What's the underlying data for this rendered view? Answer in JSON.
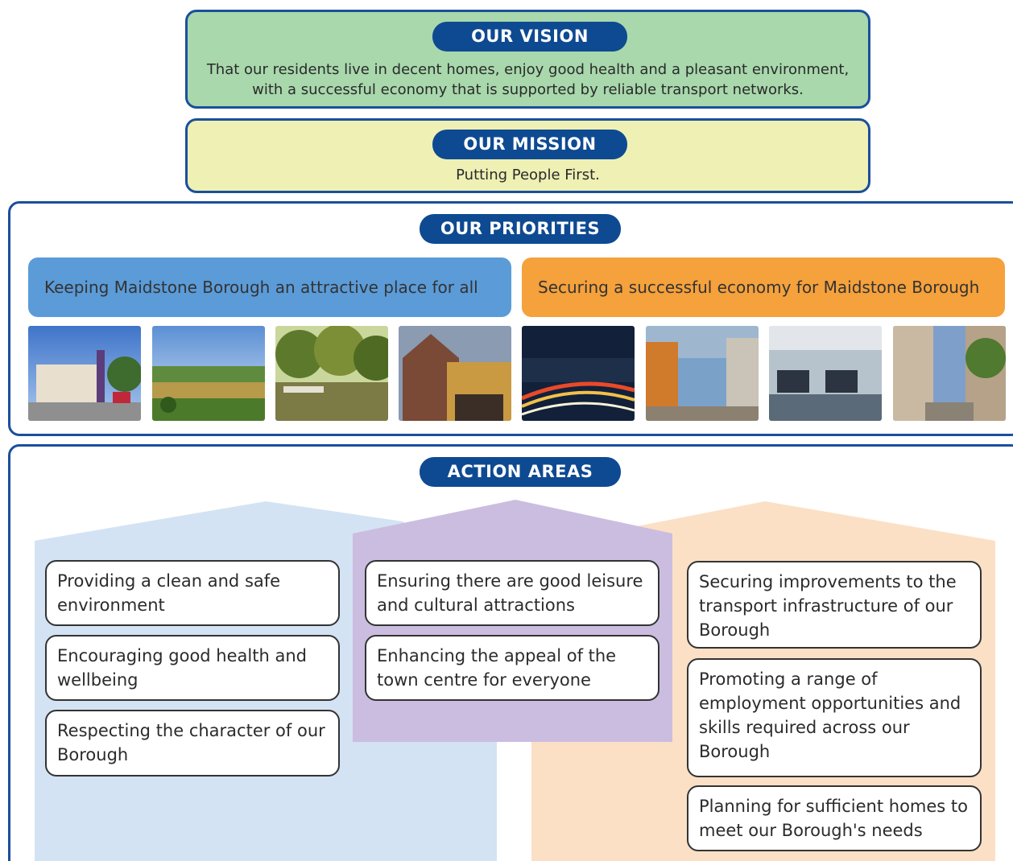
{
  "vision": {
    "heading": "OUR VISION",
    "line1": "That our residents live in decent homes, enjoy good health and a pleasant environment,",
    "line2": "with a successful economy that is supported by reliable transport networks."
  },
  "mission": {
    "heading": "OUR MISSION",
    "text": "Putting People First."
  },
  "priorities": {
    "heading": "OUR PRIORITIES",
    "items": [
      "Keeping Maidstone Borough an attractive place for all",
      "Securing a successful economy for Maidstone Borough"
    ],
    "colors": {
      "left": "#5b9bd8",
      "right": "#f5a13c"
    }
  },
  "action_areas": {
    "heading": "ACTION AREAS",
    "colors": {
      "left": "#d4e3f3",
      "middle": "#cbbde0",
      "right": "#fbe0c6"
    },
    "left": [
      "Providing a clean and safe environment",
      "Encouraging good health and wellbeing",
      "Respecting the character of our Borough"
    ],
    "middle": [
      "Ensuring there are good leisure and cultural attractions",
      "Enhancing the appeal of the town centre for everyone"
    ],
    "right": [
      "Securing improvements to the transport infrastructure of our Borough",
      "Promoting a range of employment opportunities and skills required across our Borough",
      "Planning for sufficient homes to meet our Borough's needs"
    ]
  }
}
